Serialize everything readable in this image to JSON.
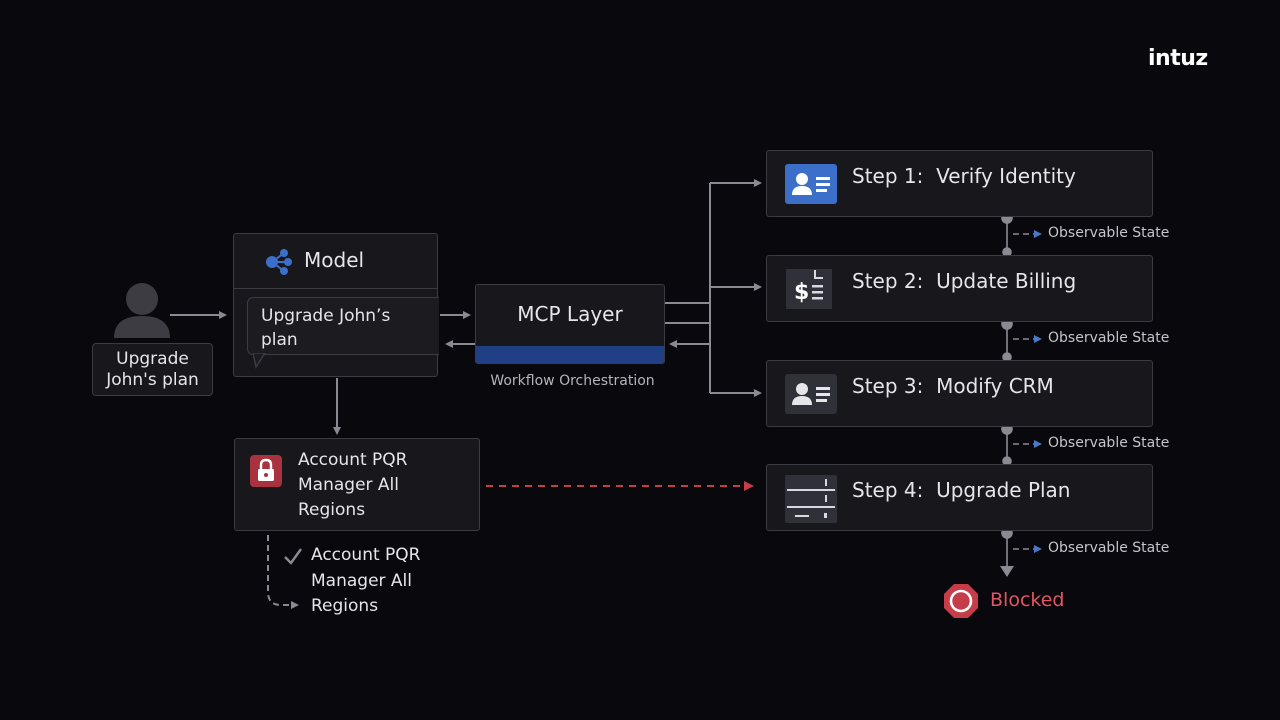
{
  "brand": {
    "logo": "intuz"
  },
  "user": {
    "label": "Upgrade John's plan",
    "icon": "user-icon"
  },
  "model": {
    "title": "Model",
    "icon": "model-nodes-icon",
    "message": "Upgrade John’s plan"
  },
  "mcp": {
    "title": "MCP Layer",
    "caption": "Workflow Orchestration",
    "accent": "#213f85"
  },
  "steps": [
    {
      "title": "Step 1:  Verify Identity",
      "icon": "id-card-icon",
      "observable": "Observable State"
    },
    {
      "title": "Step 2:  Update Billing",
      "icon": "billing-document-icon",
      "observable": "Observable State"
    },
    {
      "title": "Step 3:  Modify CRM",
      "icon": "crm-contact-icon",
      "observable": "Observable State"
    },
    {
      "title": "Step 4:  Upgrade Plan",
      "icon": "server-icon",
      "observable": "Observable State"
    }
  ],
  "account": {
    "text": "Account PQR Manager All Regions",
    "icon": "lock-icon",
    "accent": "#a8323d"
  },
  "account_scope": {
    "text": "Account PQR Manager All Regions",
    "icon": "check-icon"
  },
  "result": {
    "label": "Blocked",
    "icon": "blocked-stop-icon",
    "color": "#e25561"
  }
}
